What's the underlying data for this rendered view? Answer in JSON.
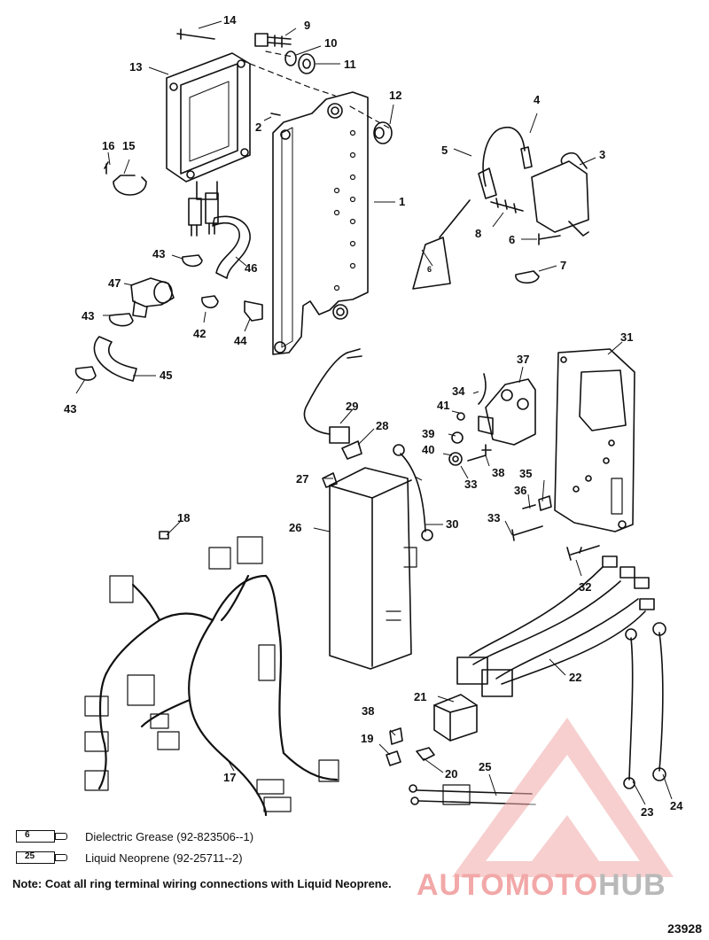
{
  "callouts": [
    "1",
    "2",
    "3",
    "4",
    "5",
    "6",
    "7",
    "8",
    "9",
    "10",
    "11",
    "12",
    "13",
    "14",
    "15",
    "16",
    "17",
    "18",
    "19",
    "20",
    "21",
    "22",
    "23",
    "24",
    "25",
    "26",
    "27",
    "28",
    "29",
    "30",
    "31",
    "32",
    "33",
    "33",
    "34",
    "35",
    "36",
    "37",
    "38",
    "38",
    "39",
    "40",
    "41",
    "42",
    "43",
    "43",
    "43",
    "44",
    "45",
    "46",
    "47",
    "6"
  ],
  "legend": [
    {
      "tube_number": "6",
      "text": "Dielectric Grease (92-823506--1)"
    },
    {
      "tube_number": "25",
      "text": "Liquid Neoprene (92-25711--2)"
    }
  ],
  "note": "Note: Coat all ring terminal wiring connections with Liquid Neoprene.",
  "figure_number": "23928",
  "watermark": {
    "part1": "AUTOMOTO",
    "part2": "HUB",
    "color_red": "#f2a8a8",
    "color_gray": "#b9b9b9"
  }
}
